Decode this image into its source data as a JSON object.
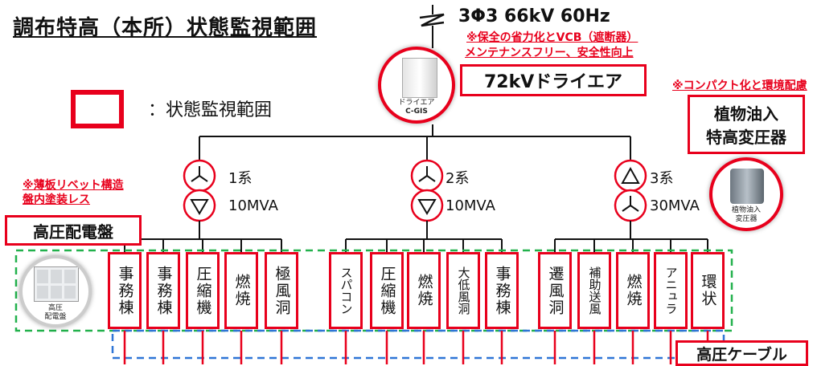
{
  "title": "調布特高（本所）状態監視範囲",
  "source": {
    "voltage": "3Φ3  66kV 60Hz"
  },
  "notes": {
    "gis_line1": "※保全の省力化とVCB（遮断器）",
    "gis_line2": "メンテナンスフリー、安全性向上",
    "transformer": "※コンパクト化と環境配慮",
    "panel_line1": "※薄板リベット構造",
    "panel_line2": "盤内塗装レス"
  },
  "gis": {
    "label": "72kVドライエア",
    "img_caption_1": "ドライエア",
    "img_caption_2": "C-GIS"
  },
  "transformer": {
    "label_line1": "植物油入",
    "label_line2": "特高変圧器",
    "img_caption_1": "植物油入",
    "img_caption_2": "変圧器"
  },
  "panel": {
    "label": "高圧配電盤",
    "img_caption_1": "高圧",
    "img_caption_2": "配電盤"
  },
  "legend": {
    "text": "：状態監視範囲"
  },
  "systems": [
    {
      "name": "1系",
      "capacity": "10MVA"
    },
    {
      "name": "2系",
      "capacity": "10MVA"
    },
    {
      "name": "3系",
      "capacity": "30MVA"
    }
  ],
  "feeders": [
    "事務棟",
    "事務棟",
    "圧縮機",
    "燃焼",
    "極風洞",
    "スパコン",
    "圧縮機",
    "燃焼",
    "大低風洞",
    "事務棟",
    "遷風洞",
    "補助送風",
    "燃焼",
    "アニュラ",
    "環状"
  ],
  "cable": {
    "label": "高圧ケーブル"
  },
  "colors": {
    "accent": "#e8001c",
    "monitor_range": "#22b14c",
    "cable_range": "#2e75d6"
  }
}
